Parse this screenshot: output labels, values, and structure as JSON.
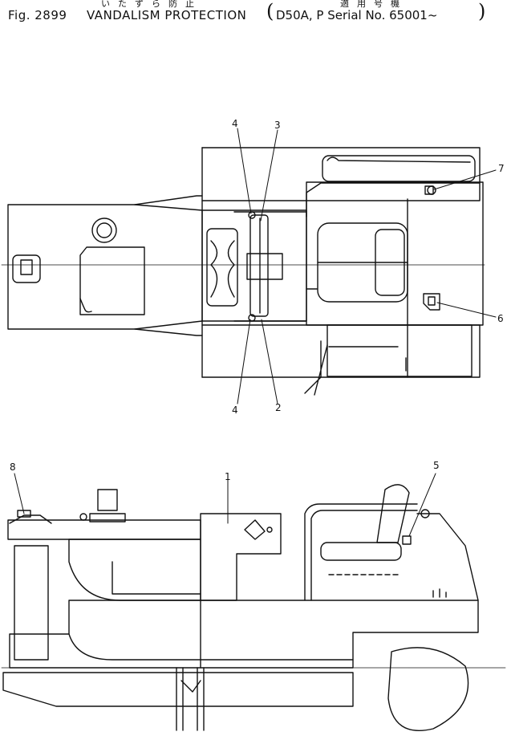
{
  "caption": {
    "japanese_title": "いたずら防止",
    "japanese_applicable": "適用号機",
    "figure": "Fig. 2899",
    "title": "VANDALISM PROTECTION",
    "serial": "D50A, P Serial No. 65001~"
  },
  "callouts": [
    {
      "id": "1",
      "label": "1"
    },
    {
      "id": "2",
      "label": "2"
    },
    {
      "id": "3",
      "label": "3"
    },
    {
      "id": "4a",
      "label": "4"
    },
    {
      "id": "4b",
      "label": "4"
    },
    {
      "id": "5",
      "label": "5"
    },
    {
      "id": "6",
      "label": "6"
    },
    {
      "id": "7",
      "label": "7"
    },
    {
      "id": "8",
      "label": "8"
    }
  ]
}
